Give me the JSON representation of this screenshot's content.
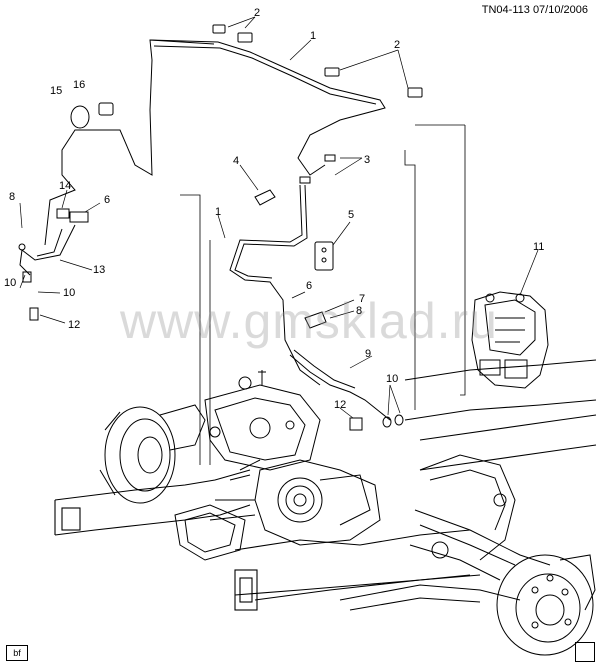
{
  "header": {
    "code": "TN04-113",
    "date": "07/10/2006"
  },
  "watermark": "www.gmsklad.ru",
  "corner_tag": "bf",
  "callouts": [
    {
      "id": "c2a",
      "text": "2"
    },
    {
      "id": "c1a",
      "text": "1"
    },
    {
      "id": "c2b",
      "text": "2"
    },
    {
      "id": "c15",
      "text": "15"
    },
    {
      "id": "c16",
      "text": "16"
    },
    {
      "id": "c3",
      "text": "3"
    },
    {
      "id": "c4",
      "text": "4"
    },
    {
      "id": "c8a",
      "text": "8"
    },
    {
      "id": "c14",
      "text": "14"
    },
    {
      "id": "c6a",
      "text": "6"
    },
    {
      "id": "c1b",
      "text": "1"
    },
    {
      "id": "c5",
      "text": "5"
    },
    {
      "id": "c11",
      "text": "11"
    },
    {
      "id": "c13",
      "text": "13"
    },
    {
      "id": "c10a",
      "text": "10"
    },
    {
      "id": "c10b",
      "text": "10"
    },
    {
      "id": "c6b",
      "text": "6"
    },
    {
      "id": "c8b",
      "text": "8"
    },
    {
      "id": "c7",
      "text": "7"
    },
    {
      "id": "c12a",
      "text": "12"
    },
    {
      "id": "c9",
      "text": "9"
    },
    {
      "id": "c10c",
      "text": "10"
    },
    {
      "id": "c12b",
      "text": "12"
    }
  ]
}
